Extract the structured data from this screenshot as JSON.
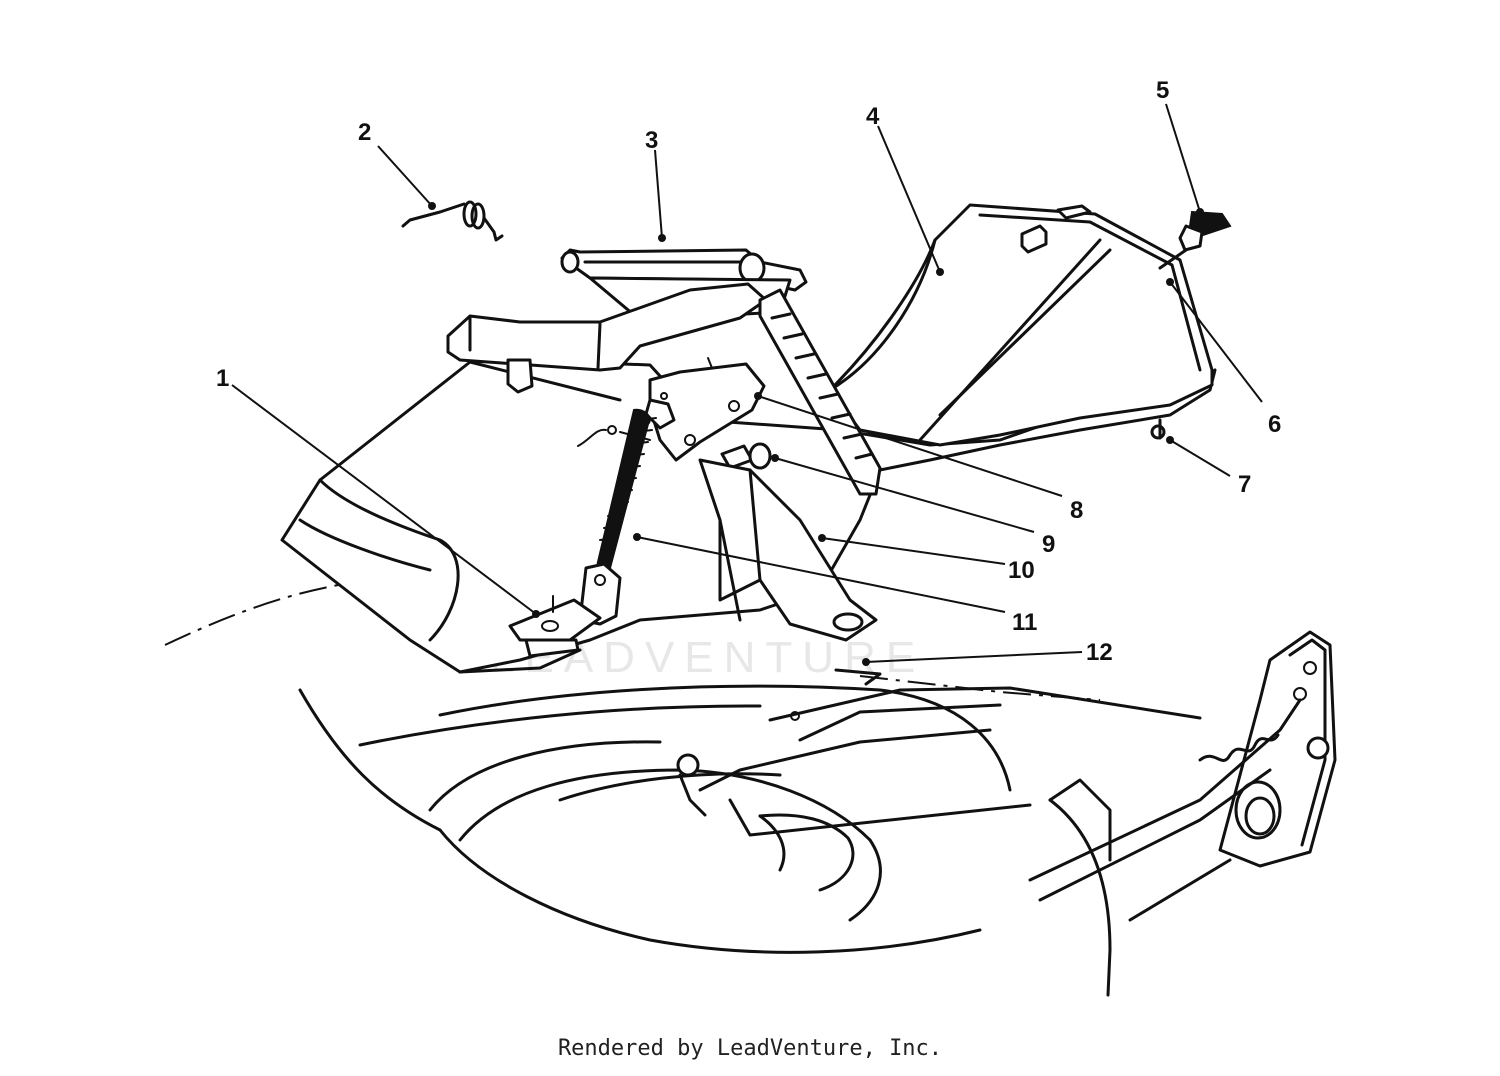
{
  "watermark": "LEADVENTURE",
  "footer": "Rendered by LeadVenture, Inc.",
  "callouts": {
    "c1": "1",
    "c2": "2",
    "c3": "3",
    "c4": "4",
    "c5": "5",
    "c6": "6",
    "c7": "7",
    "c8": "8",
    "c9": "9",
    "c10": "10",
    "c11": "11",
    "c12": "12"
  }
}
